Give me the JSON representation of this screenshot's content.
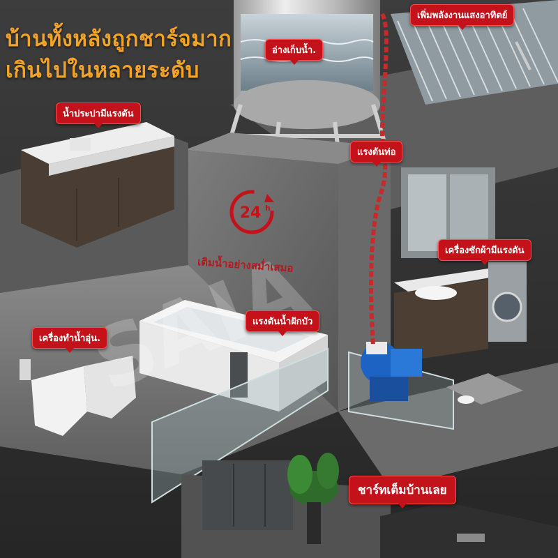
{
  "headline": {
    "line1": "บ้านทั้งหลังถูกชาร์จมาก",
    "line2": "เกินไปในหลายระดับ"
  },
  "callouts": {
    "storage_tank": "อ่างเก็บน้ำ.",
    "solar_boost": "เพิ่มพลังงานแสงอาทิตย์",
    "pressurized_tap": "น้ำประปามีแรงดัน",
    "pipe_pressure": "แรงดันท่อ",
    "washer_pressure": "เครื่องซักผ้ามีแรงดัน",
    "shower_pressure": "แรงดันน้ำฝักบัว",
    "water_heater": "เครื่องทำน้ำอุ่น.",
    "whole_house": "ชาร์ทเต็มบ้านเลย"
  },
  "badge": {
    "number": "24",
    "unit": "h",
    "caption": "เติมน้ำอย่างสม่ำเสมอ"
  },
  "colors": {
    "accent_red": "#c4121a",
    "headline_orange": "#f3a325",
    "concrete": "#6b6b6b"
  }
}
